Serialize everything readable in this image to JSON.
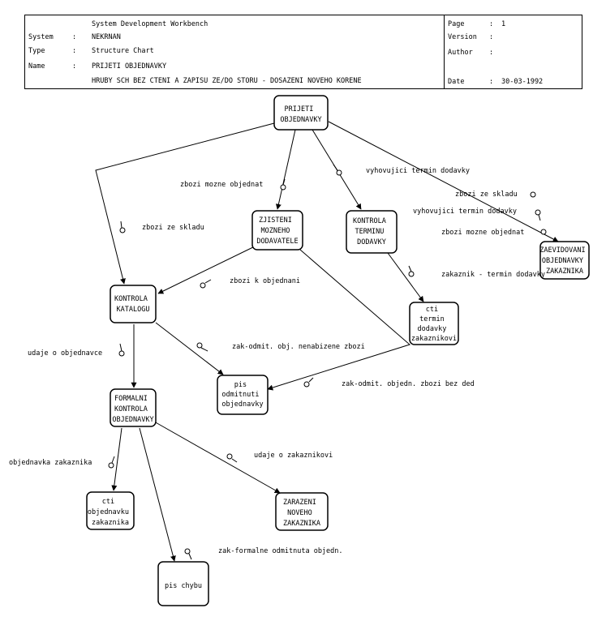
{
  "header": {
    "workbench": "System Development Workbench",
    "system_label": "System",
    "system_value": "NEKRNAN",
    "type_label": "Type",
    "type_value": "Structure Chart",
    "name_label": "Name",
    "name_value": "PRIJETI OBJEDNAVKY",
    "subtitle": "HRUBY SCH BEZ CTENI A ZAPISU ZE/DO STORU - DOSAZENI NOVEHO KORENE",
    "colon": ":",
    "page_label": "Page",
    "page_value": "1",
    "version_label": "Version",
    "version_value": "",
    "author_label": "Author",
    "author_value": "",
    "date_label": "Date",
    "date_value": "30-03-1992"
  },
  "nodes": {
    "prijeti": [
      "PRIJETI",
      "OBJEDNAVKY"
    ],
    "zjisteni": [
      "ZJISTENI",
      "MOZNEHO",
      "DODAVATELE"
    ],
    "kontrola_terminu": [
      "KONTROLA",
      "TERMINU",
      "DODAVKY"
    ],
    "zaevidovani": [
      "ZAEVIDOVANI",
      "OBJEDNAVKY",
      "ZAKAZNIKA"
    ],
    "kontrola_katalogu": [
      "KONTROLA",
      "KATALOGU"
    ],
    "cti_termin": [
      "cti",
      "termin",
      "dodavky",
      "zakaznikovi"
    ],
    "pis_odmitnuti": [
      "pis",
      "odmitnuti",
      "objednavky"
    ],
    "formalni": [
      "FORMALNI",
      "KONTROLA",
      "OBJEDNAVKY"
    ],
    "cti_objednavku": [
      "cti",
      "objednavku",
      "zakaznika"
    ],
    "zarazeni": [
      "ZARAZENI",
      "NOVEHO",
      "ZAKAZNIKA"
    ],
    "pis_chybu": [
      "pis chybu"
    ]
  },
  "flows": {
    "zbozi_mozne_objednat_1": "zbozi mozne objednat",
    "vyhovujici_termin_1": "vyhovujici termin dodavky",
    "zbozi_ze_skladu_1": "zbozi ze skladu",
    "zbozi_ze_skladu_2": "zbozi ze skladu",
    "vyhovujici_termin_2": "vyhovujici termin dodavky",
    "zbozi_mozne_objednat_2": "zbozi mozne objednat",
    "zakaznik_termin": "zakaznik - termin dodavky",
    "zbozi_k_objednani": "zbozi k objednani",
    "zak_odmit_nenabizene": "zak-odmit. obj. nenabizene zbozi",
    "udaje_o_objednavce": "udaje o objednavce",
    "zak_odmit_bez_ded": "zak-odmit. objedn. zbozi bez ded",
    "objednavka_zakaznika": "objednavka zakaznika",
    "udaje_o_zakaznikovi": "udaje o zakaznikovi",
    "zak_formalne": "zak-formalne odmitnuta objedn."
  }
}
